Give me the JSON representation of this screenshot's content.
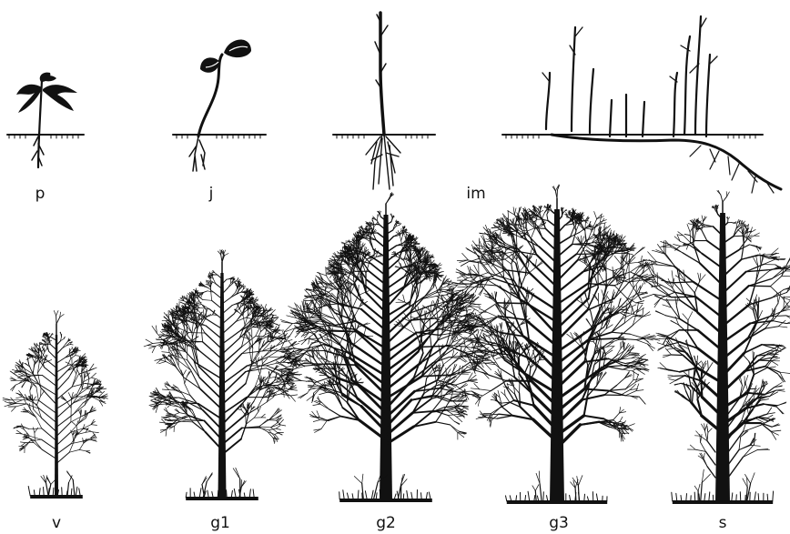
{
  "figure": {
    "stages": [
      {
        "id": "p",
        "label": "p"
      },
      {
        "id": "j",
        "label": "j"
      },
      {
        "id": "im",
        "label": "im"
      },
      {
        "id": "v",
        "label": "v"
      },
      {
        "id": "g1",
        "label": "g1"
      },
      {
        "id": "g2",
        "label": "g2"
      },
      {
        "id": "g3",
        "label": "g3"
      },
      {
        "id": "s",
        "label": "s"
      }
    ]
  }
}
